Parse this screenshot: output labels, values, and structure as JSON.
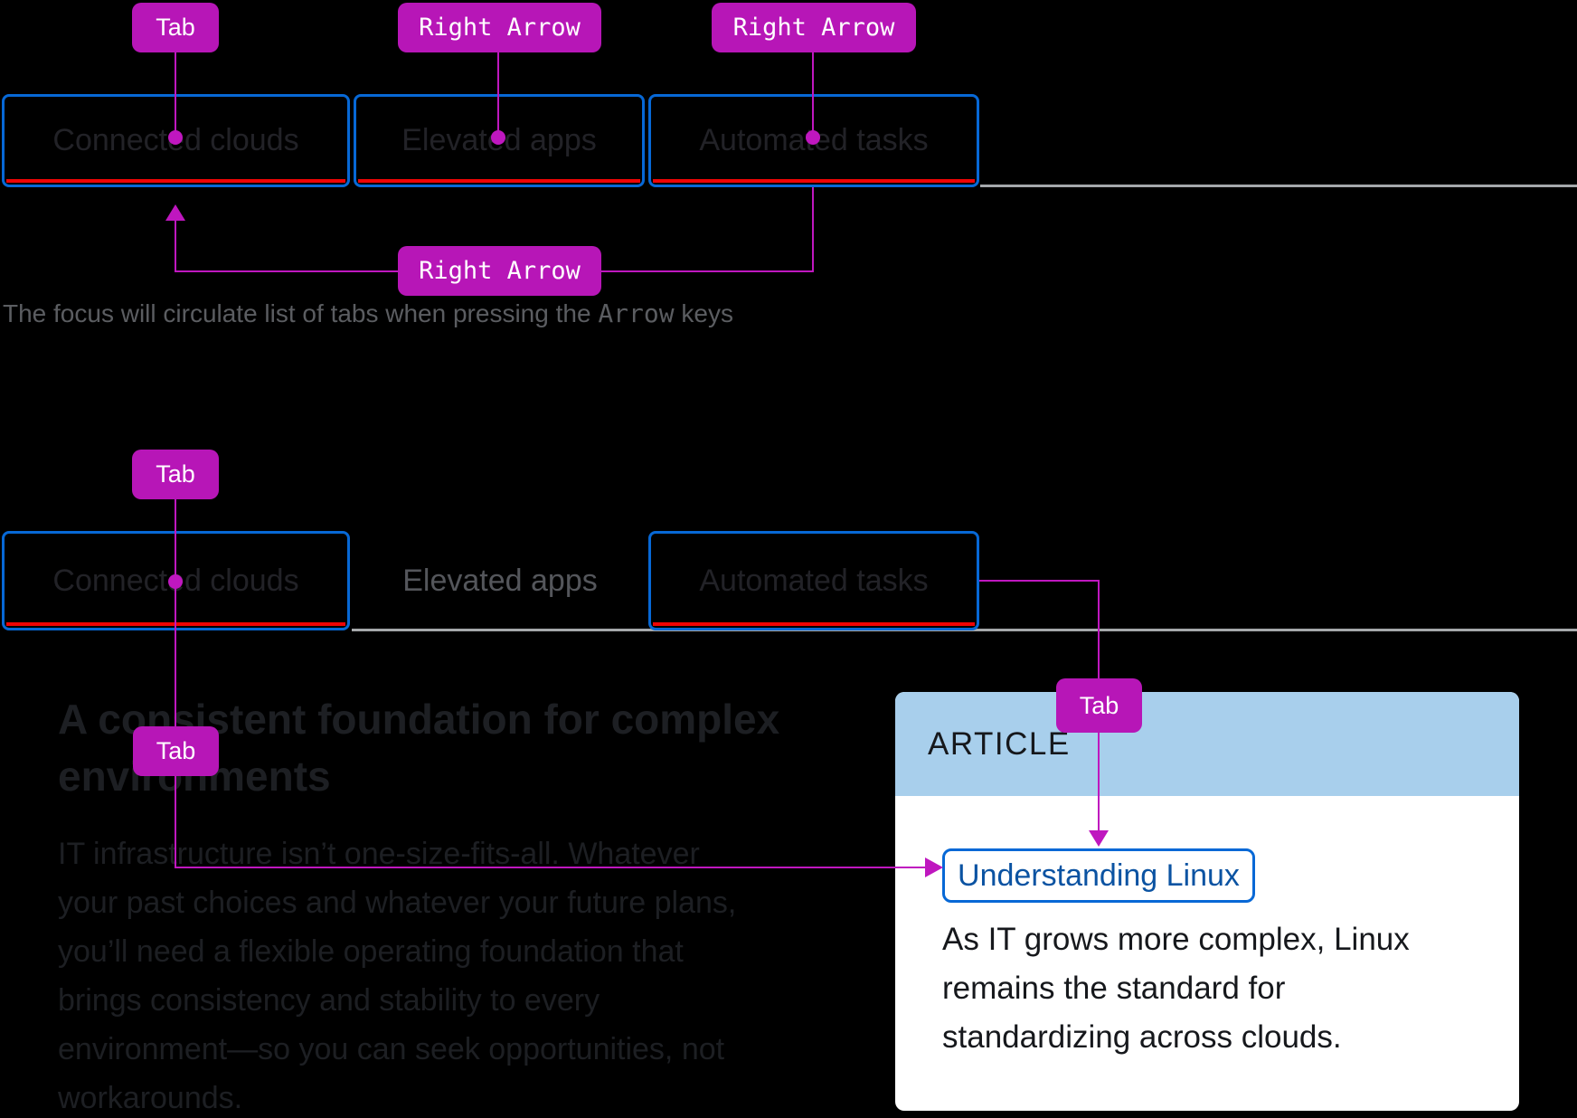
{
  "colors": {
    "background": "#000000",
    "badge_magenta": "#b716b7",
    "connector_magenta": "#bf17bf",
    "focus_ring_blue": "#0768d6",
    "tab_underline_red": "#ee0404",
    "tabbar_rule_gray": "#a5a8ab",
    "tab_label_dark": "#222227",
    "tab_label_muted": "#54565b",
    "caption_gray": "#5b5d61",
    "page_copy_dark": "#1d1f23",
    "card_header_blue": "#a8cfec",
    "card_background": "#ffffff",
    "card_text_dark": "#16181c",
    "link_text_blue": "#0b53a2"
  },
  "keys": {
    "tab": "Tab",
    "right_arrow": "Right Arrow"
  },
  "diagram1": {
    "tabs": [
      {
        "label": "Connected clouds"
      },
      {
        "label": "Elevated apps"
      },
      {
        "label": "Automated tasks"
      }
    ],
    "caption": {
      "prefix": "The focus will circulate list of tabs when pressing the ",
      "mono": "Arrow",
      "suffix": " keys"
    }
  },
  "diagram2": {
    "tabs": [
      {
        "label": "Connected clouds"
      },
      {
        "label": "Elevated apps"
      },
      {
        "label": "Automated tasks"
      }
    ],
    "heading": "A consistent foundation for complex\nenvironments",
    "paragraph": "IT infrastructure isn’t one-size-fits-all. Whatever\nyour past choices and whatever your future plans,\nyou’ll need a flexible operating foundation that\nbrings consistency and stability to every\nenvironment—so you can seek opportunities, not\nworkarounds.",
    "card": {
      "eyebrow": "ARTICLE",
      "link_label": "Understanding Linux",
      "body": "As IT grows more complex, Linux\nremains the standard for\nstandardizing across clouds."
    }
  }
}
